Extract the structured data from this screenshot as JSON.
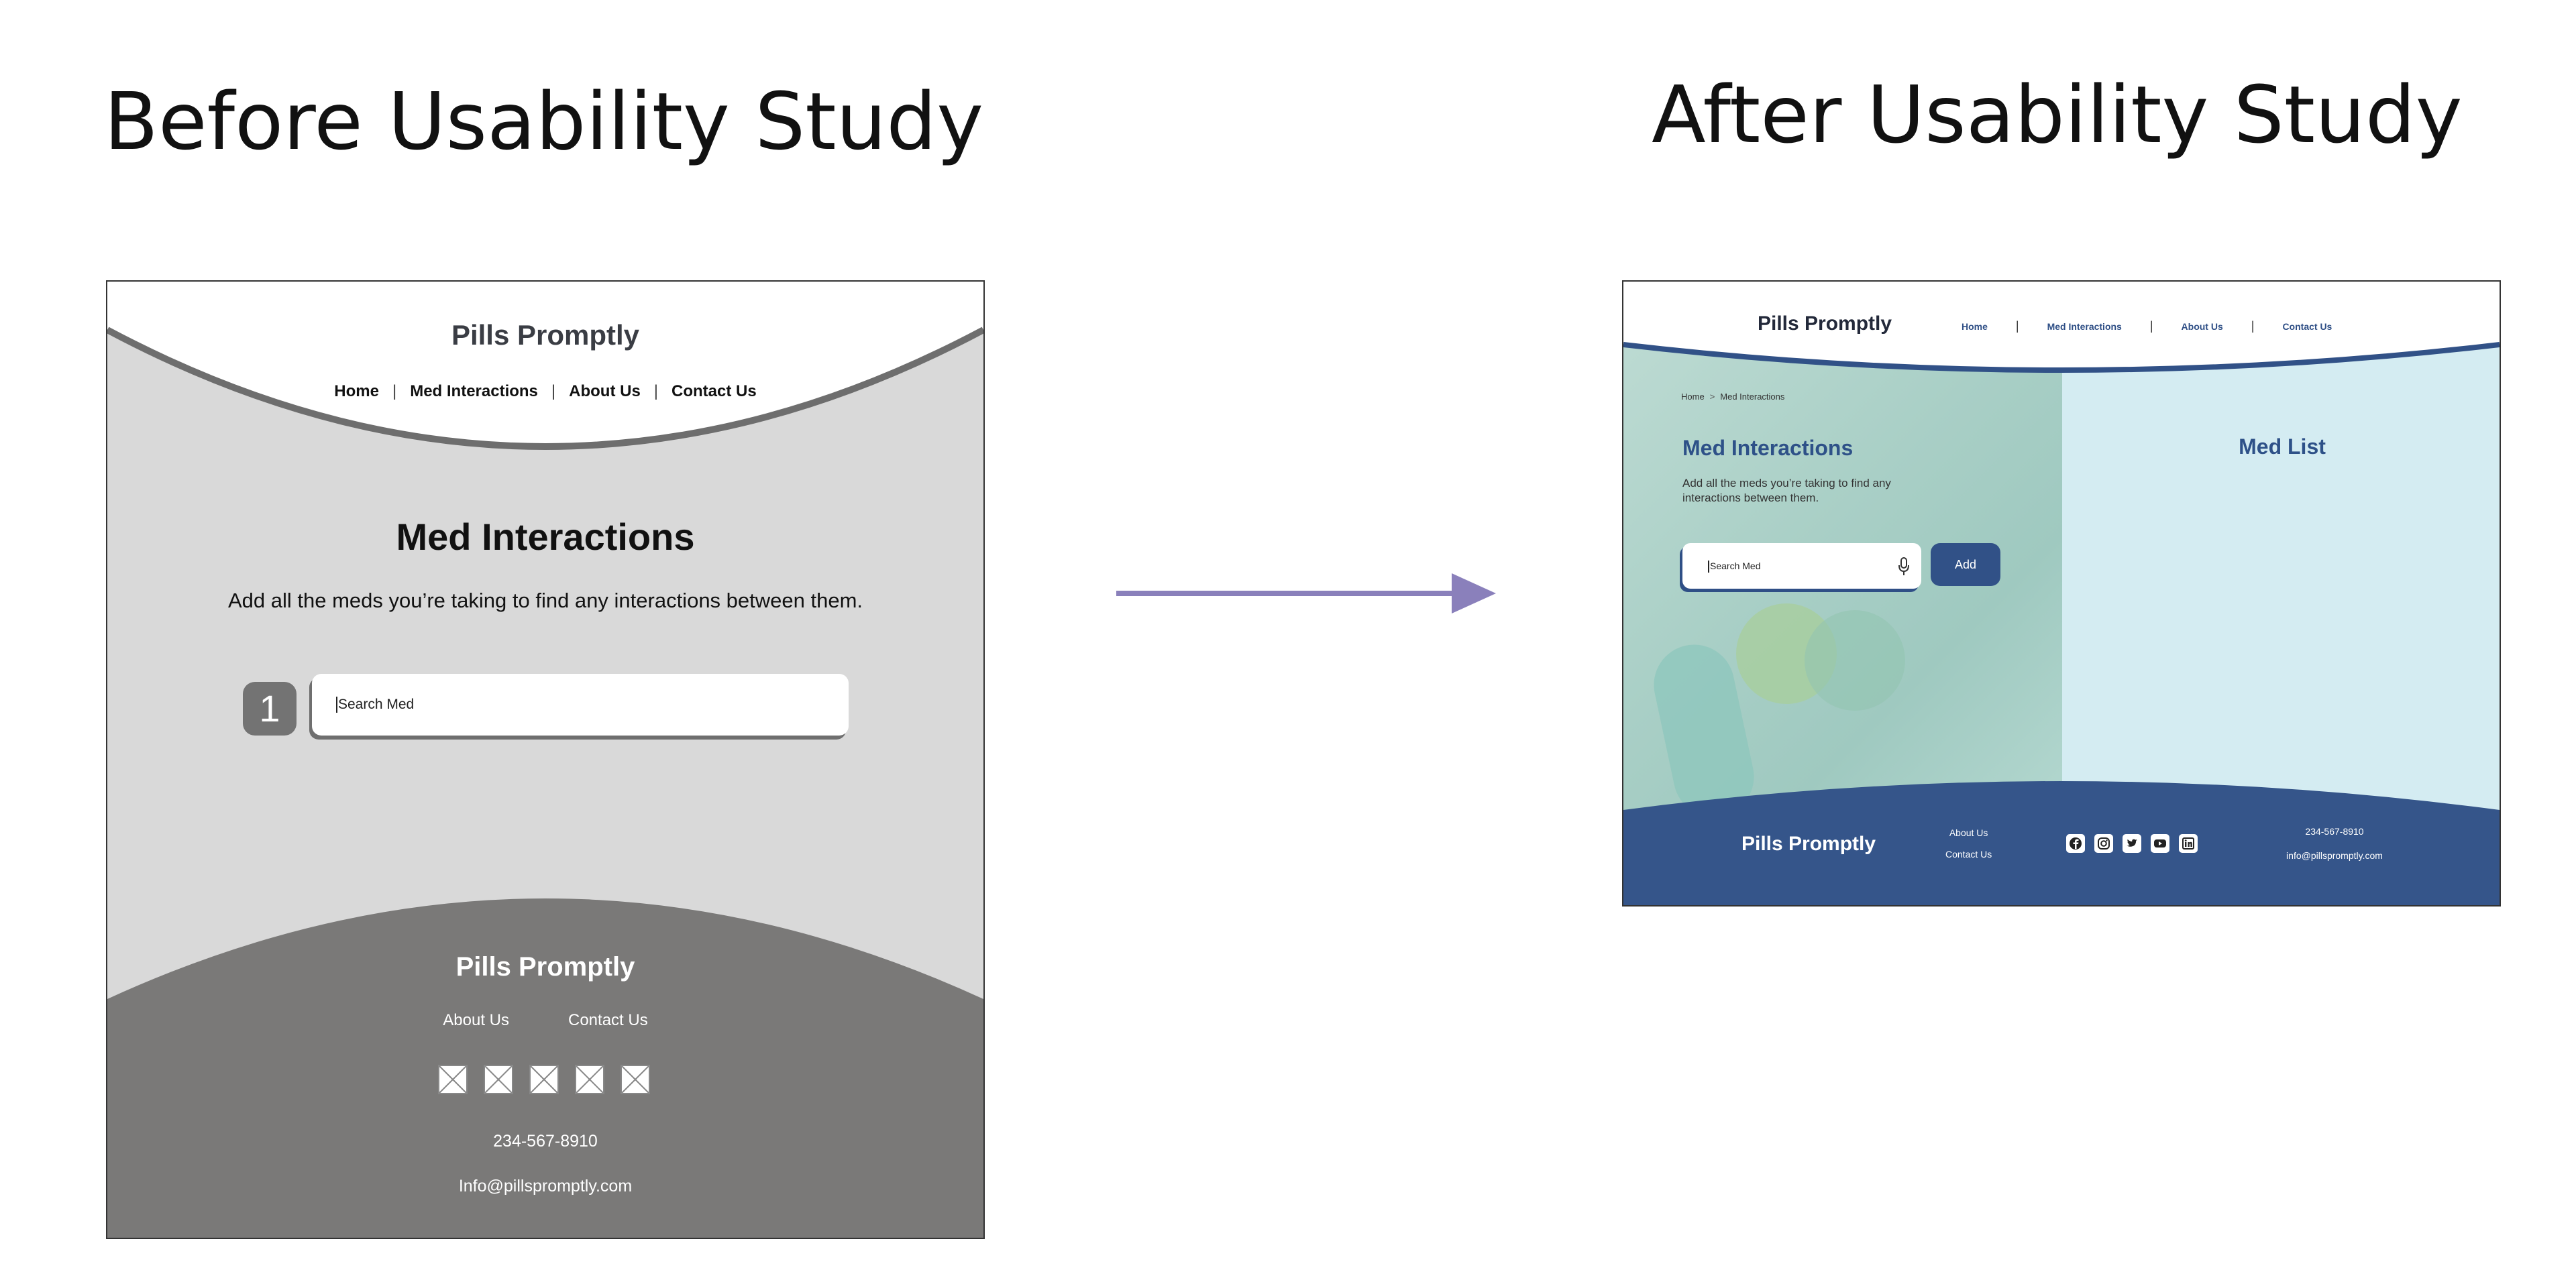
{
  "before": {
    "heading": "Before Usability Study",
    "brand": "Pills Promptly",
    "nav": [
      "Home",
      "Med Interactions",
      "About Us",
      "Contact Us"
    ],
    "nav_separator": "|",
    "title": "Med Interactions",
    "description": "Add all the meds you’re taking to find any interactions between them.",
    "step_number": "1",
    "search_placeholder": "Search Med",
    "footer": {
      "brand": "Pills Promptly",
      "links": [
        "About Us",
        "Contact Us"
      ],
      "social_icons": [
        "image-placeholder-icon",
        "image-placeholder-icon",
        "image-placeholder-icon",
        "image-placeholder-icon",
        "image-placeholder-icon"
      ],
      "phone": "234-567-8910",
      "email": "Info@pillspromptly.com"
    },
    "colors": {
      "background": "#d9d9d9",
      "dark_gray": "#737373"
    }
  },
  "arrow": {
    "icon": "right-arrow-icon",
    "color": "#8a80bb"
  },
  "after": {
    "heading": "After Usability Study",
    "brand": "Pills Promptly",
    "nav": [
      "Home",
      "Med Interactions",
      "About Us",
      "Contact Us"
    ],
    "nav_separator": "|",
    "breadcrumb": [
      "Home",
      "Med Interactions"
    ],
    "breadcrumb_separator": ">",
    "title": "Med Interactions",
    "description": "Add all the meds you’re taking to find any interactions between them.",
    "search_placeholder": "Search Med",
    "add_button": "Add",
    "med_list_title": "Med List",
    "footer": {
      "brand": "Pills Promptly",
      "links": [
        "About Us",
        "Contact Us"
      ],
      "social_icons": [
        "facebook-icon",
        "instagram-icon",
        "twitter-icon",
        "youtube-icon",
        "linkedin-icon"
      ],
      "phone": "234-567-8910",
      "email": "info@pillspromptly.com"
    },
    "colors": {
      "primary": "#315187",
      "panel": "#d4ecf2"
    }
  }
}
